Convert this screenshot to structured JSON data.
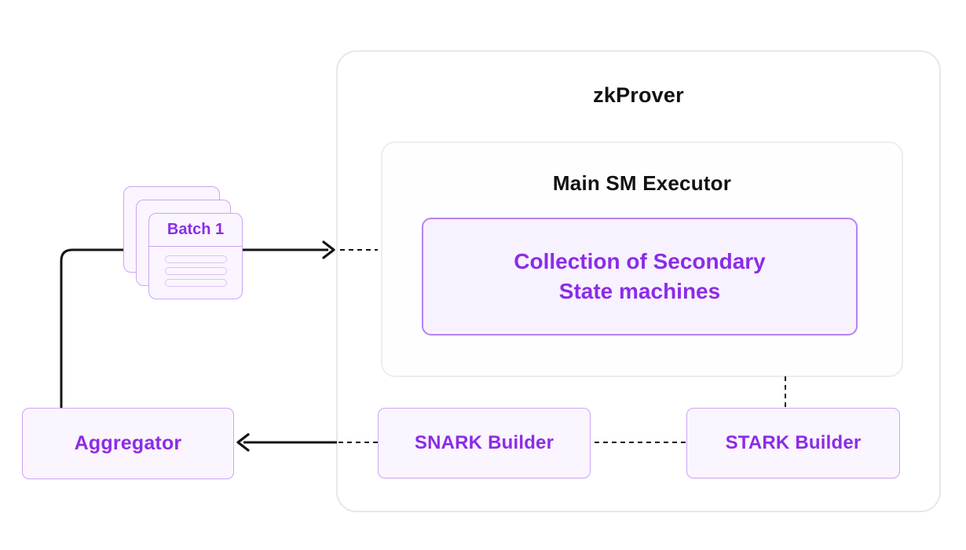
{
  "zkprover": {
    "title": "zkProver"
  },
  "executor": {
    "title": "Main SM Executor"
  },
  "collection": {
    "line1": "Collection of Secondary",
    "line2": "State machines"
  },
  "batch": {
    "label": "Batch 1"
  },
  "aggregator": {
    "label": "Aggregator"
  },
  "snark_builder": {
    "label": "SNARK Builder"
  },
  "stark_builder": {
    "label": "STARK Builder"
  },
  "colors": {
    "purple_text": "#8b2ce8",
    "purple_border_strong": "#b583f2",
    "purple_border_soft": "#cda4f4",
    "purple_fill": "#faf5fe",
    "purple_fill_light": "#f8f2fe",
    "gray_border": "#e7e7ea",
    "line_color": "#141414"
  }
}
